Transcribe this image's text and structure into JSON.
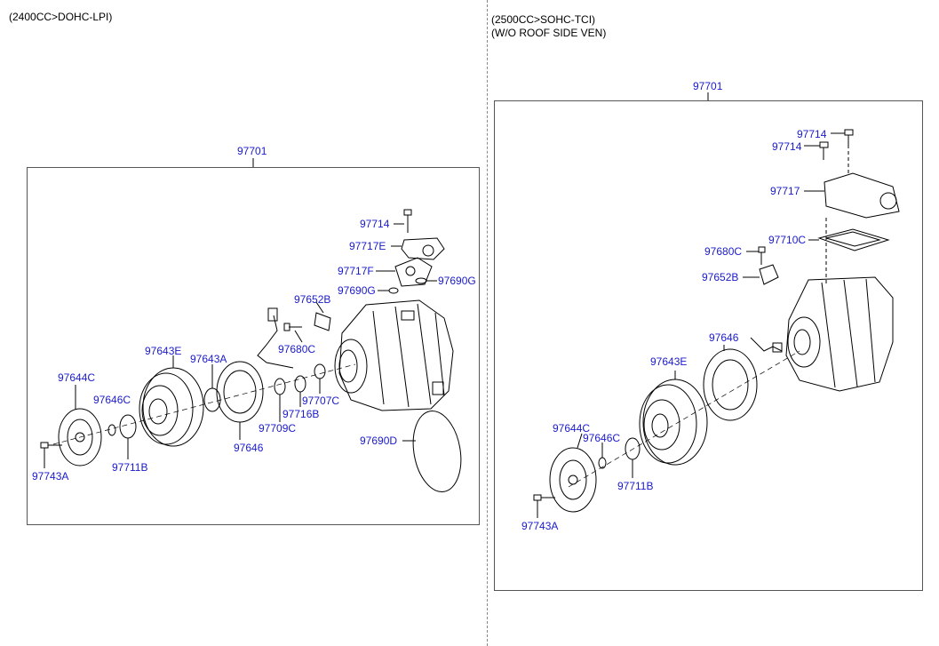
{
  "left": {
    "header": "(2400CC>DOHC-LPI)",
    "assembly": "97701",
    "parts": {
      "p97714": "97714",
      "p97717E": "97717E",
      "p97717F": "97717F",
      "p97690G_l": "97690G",
      "p97690G_r": "97690G",
      "p97652B": "97652B",
      "p97680C": "97680C",
      "p97643E": "97643E",
      "p97643A": "97643A",
      "p97644C": "97644C",
      "p97646C": "97646C",
      "p97707C": "97707C",
      "p97716B": "97716B",
      "p97709C": "97709C",
      "p97646": "97646",
      "p97690D": "97690D",
      "p97711B": "97711B",
      "p97743A": "97743A"
    }
  },
  "right": {
    "header_line1": "(2500CC>SOHC-TCI)",
    "header_line2": "(W/O ROOF SIDE VEN)",
    "assembly": "97701",
    "parts": {
      "p97714a": "97714",
      "p97714b": "97714",
      "p97717": "97717",
      "p97710C": "97710C",
      "p97680C": "97680C",
      "p97652B": "97652B",
      "p97646": "97646",
      "p97643E": "97643E",
      "p97644C": "97644C",
      "p97646C": "97646C",
      "p97711B": "97711B",
      "p97743A": "97743A"
    }
  },
  "colors": {
    "label": "#1a1acc",
    "line": "#000000",
    "frame": "#555555"
  }
}
